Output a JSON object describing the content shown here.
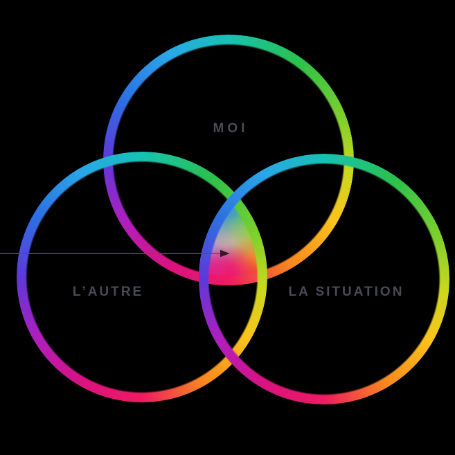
{
  "canvas": {
    "background_color": "#000000"
  },
  "venn": {
    "circle_labels": {
      "top": "MOI",
      "bottom_left": "L’AUTRE",
      "bottom_right": "LA SITUATION"
    },
    "label_color": "#474b55",
    "ring_rainbow_stops": [
      {
        "angle": 0,
        "color": "#16c2b4"
      },
      {
        "angle": 35,
        "color": "#2ac14b"
      },
      {
        "angle": 70,
        "color": "#7fd02c"
      },
      {
        "angle": 95,
        "color": "#c9d81e"
      },
      {
        "angle": 120,
        "color": "#fbc31c"
      },
      {
        "angle": 150,
        "color": "#f9861e"
      },
      {
        "angle": 180,
        "color": "#ee1a62"
      },
      {
        "angle": 210,
        "color": "#da1280"
      },
      {
        "angle": 240,
        "color": "#ae1fbe"
      },
      {
        "angle": 270,
        "color": "#5f38d9"
      },
      {
        "angle": 300,
        "color": "#2d6fe3"
      },
      {
        "angle": 330,
        "color": "#2aa6e9"
      },
      {
        "angle": 360,
        "color": "#16c2b4"
      }
    ],
    "intersection_fill": {
      "base_colors": [
        "#2e9dd3",
        "#46c19c",
        "#b3a694",
        "#e0377f",
        "#ee1a62"
      ],
      "glow_layers": [
        {
          "name": "teal-green-upper",
          "color": "#3cc07c"
        },
        {
          "name": "top-blue",
          "color": "#2f9fd4"
        },
        {
          "name": "periwinkle-left",
          "color": "#5c85db"
        },
        {
          "name": "lime-right",
          "color": "#a3d02c"
        },
        {
          "name": "lavender-left",
          "color": "#a79bd4"
        },
        {
          "name": "soft-center",
          "color": "#c9b9a8"
        },
        {
          "name": "orange-right",
          "color": "#f7941f"
        },
        {
          "name": "red-orange-bottom-right",
          "color": "#ec4a1d"
        },
        {
          "name": "magenta-bottom-left",
          "color": "#d9219c"
        },
        {
          "name": "pink-bottom",
          "color": "#ee1a6e"
        }
      ]
    },
    "arrow": {
      "line_color": "#50556a",
      "head_color": "#2e1c26"
    }
  }
}
